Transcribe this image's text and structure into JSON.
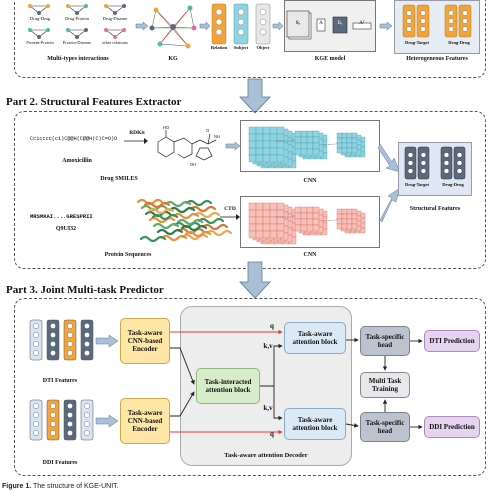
{
  "part1": {
    "interactions_types": [
      "Drug-Drug",
      "Drug-Protein",
      "Drug-Disease",
      "Protein-Protein",
      "Protein-Disease",
      "other relations"
    ],
    "interactions_label": "Multi-types interactions",
    "kg_label": "KG",
    "kge_fields": [
      "Relation",
      "Subject",
      "Object"
    ],
    "kge_model_label": "KGE model",
    "kge_matrix_symbols": [
      "Sₓ",
      "A",
      "Bₓ",
      "Aᵀ"
    ],
    "hetero_fields": [
      "Drug-Target",
      "Drug-Drug"
    ],
    "hetero_label": "Heterogeneous Features"
  },
  "part2": {
    "title": "Part 2. Structural Features Extractor",
    "smiles": "Cc1cccc(c1)C@@H(C@@H(C)C=O)O",
    "rdkit": "RDKit",
    "drug_name": "Amoxicillin",
    "drug_smiles_label": "Drug SMILES",
    "cnn_label": "CNN",
    "protein_seq": "MRSMKAI....GRESPRII",
    "protein_id": "Q9UI32",
    "ctd": "CTD",
    "protein_seq_label": "Protein Sequences",
    "structural_fields": [
      "Drug-Target",
      "Drug-Drug"
    ],
    "structural_label": "Structural Features"
  },
  "part3": {
    "title": "Part 3. Joint Multi-task Predictor",
    "dti_features": "DTI Features",
    "ddi_features": "DDI Features",
    "encoder_label": "Task-aware CNN-based Encoder",
    "attention_label": "Task-aware attention block",
    "interacted_label": "Task-interacted attention block",
    "decoder_label": "Task-aware attention Decoder",
    "head_label": "Task-specific head",
    "mtt_label": "Multi Task Training",
    "dti_pred": "DTI Prediction",
    "ddi_pred": "DDI Prediction",
    "q": "q",
    "kv": "k,v"
  },
  "caption": {
    "bold": "Figure 1.",
    "text": " The structure of KGE-UNIT."
  },
  "colors": {
    "orange": "#f2a43a",
    "teal": "#4fb8b0",
    "steel": "#5a6a7e",
    "lightblue": "#d6e4f4",
    "cyan": "#8fd4e0",
    "salmon": "#f2a29a",
    "red": "#e53935",
    "arrowblue": "#a9bfd6"
  }
}
